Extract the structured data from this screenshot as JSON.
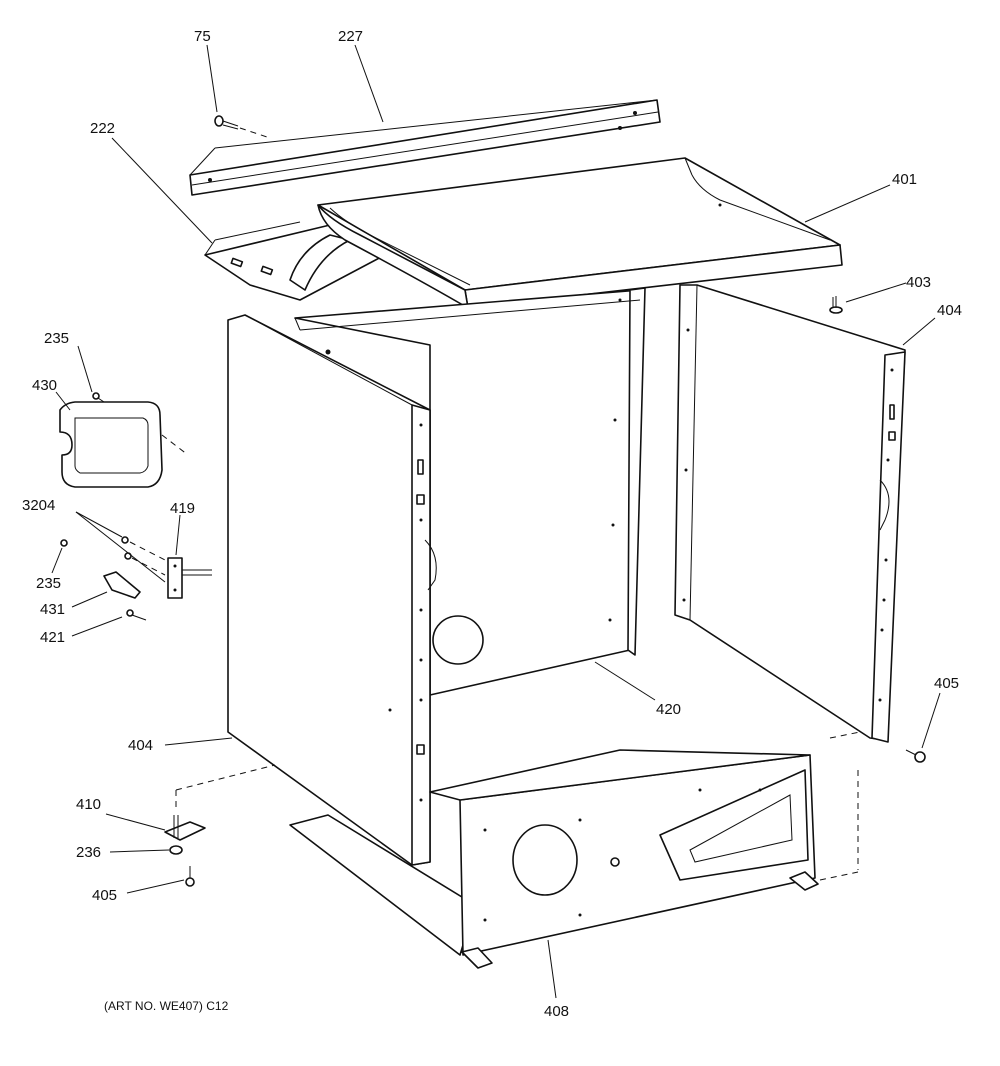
{
  "diagram": {
    "callouts": {
      "c75": "75",
      "c227": "227",
      "c222": "222",
      "c401": "401",
      "c403": "403",
      "c404_right": "404",
      "c235_top": "235",
      "c430": "430",
      "c3204": "3204",
      "c419": "419",
      "c235_mid": "235",
      "c431": "431",
      "c421": "421",
      "c420": "420",
      "c405_right": "405",
      "c404_left": "404",
      "c410": "410",
      "c236": "236",
      "c405_left": "405",
      "c408": "408"
    },
    "art_number": "(ART NO. WE407) C12"
  }
}
